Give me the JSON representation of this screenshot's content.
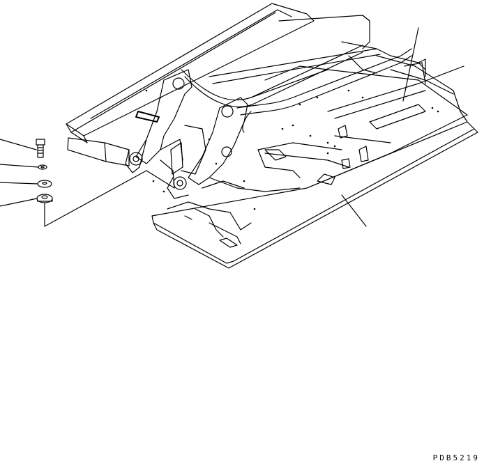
{
  "drawing": {
    "code": "PDB5219",
    "parts": [
      {
        "name": "bolt",
        "icon": "bolt-icon"
      },
      {
        "name": "lock-washer",
        "icon": "washer-icon"
      },
      {
        "name": "shim-plate",
        "icon": "plate-icon"
      },
      {
        "name": "cap-plate",
        "icon": "plate-icon"
      }
    ],
    "line_color": "#000000",
    "background": "#ffffff"
  }
}
